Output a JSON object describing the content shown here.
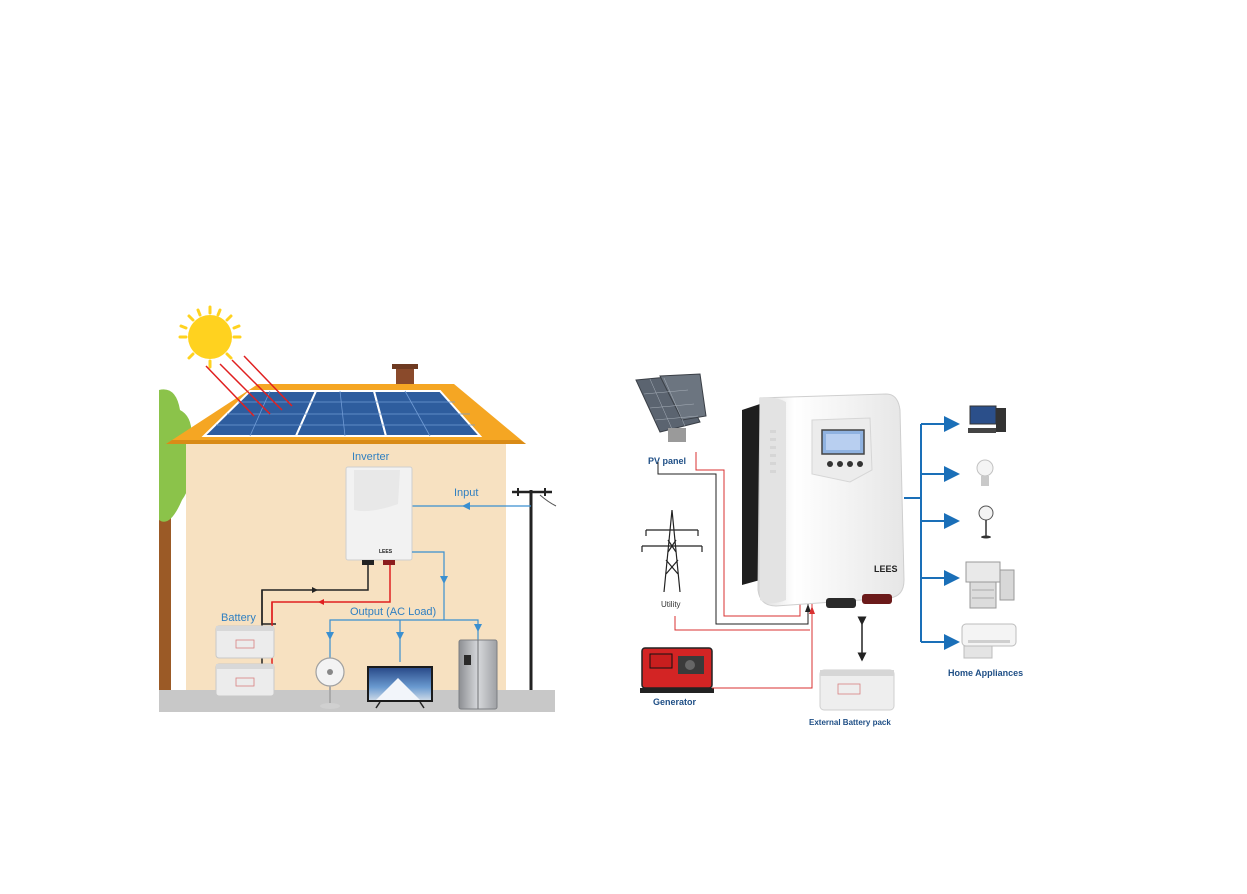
{
  "left_diagram": {
    "labels": {
      "inverter": "Inverter",
      "input": "Input",
      "battery": "Battery",
      "output": "Output (AC Load)"
    },
    "brand": "LEES",
    "colors": {
      "wall": "#f7e1c1",
      "roof": "#f5a623",
      "ground": "#c6c6c6",
      "panel": "#2e5d9e",
      "sun": "#ffd21f",
      "dc_wire": "#e02020",
      "ac_wire": "#3a8fd0"
    },
    "icons": [
      "sun-icon",
      "solar-panel-icon",
      "tree-icon",
      "utility-pole-icon",
      "inverter-icon",
      "battery-icon",
      "fan-icon",
      "tv-icon",
      "refrigerator-icon"
    ]
  },
  "right_diagram": {
    "labels": {
      "pv_panel": "PV panel",
      "utility": "Utility",
      "generator": "Generator",
      "battery_pack": "External Battery pack",
      "home_appliances": "Home Appliances"
    },
    "brand": "LEES",
    "colors": {
      "arrow": "#1a6fb8",
      "red_wire": "#d93030",
      "black_wire": "#222222",
      "inverter_body": "#f4f4f4"
    },
    "icons": [
      "pv-panel-icon",
      "transmission-tower-icon",
      "generator-icon",
      "battery-pack-icon",
      "inverter-icon",
      "computer-icon",
      "light-bulb-icon",
      "fan-icon",
      "printer-icon",
      "air-conditioner-icon"
    ]
  }
}
